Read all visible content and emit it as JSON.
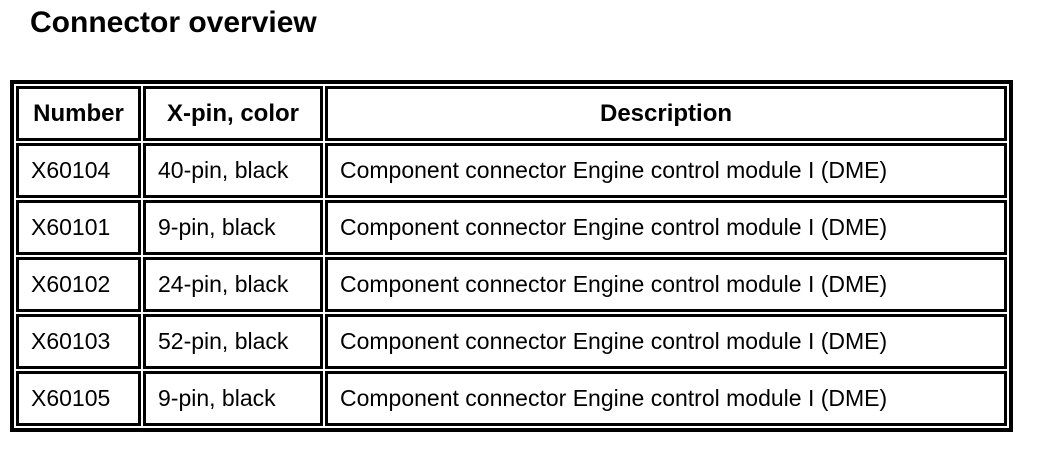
{
  "title": "Connector overview",
  "table": {
    "headers": {
      "number": "Number",
      "pin_color": "X-pin, color",
      "description": "Description"
    },
    "rows": [
      {
        "number": "X60104",
        "pin_color": "40-pin, black",
        "description": "Component connector Engine control module I (DME)"
      },
      {
        "number": "X60101",
        "pin_color": "9-pin, black",
        "description": "Component connector Engine control module I (DME)"
      },
      {
        "number": "X60102",
        "pin_color": "24-pin, black",
        "description": "Component connector Engine control module I (DME)"
      },
      {
        "number": "X60103",
        "pin_color": "52-pin, black",
        "description": "Component connector Engine control module I (DME)"
      },
      {
        "number": "X60105",
        "pin_color": "9-pin, black",
        "description": "Component connector Engine control module I (DME)"
      }
    ]
  },
  "colors": {
    "border": "#000000",
    "background": "#ffffff",
    "text": "#000000"
  }
}
